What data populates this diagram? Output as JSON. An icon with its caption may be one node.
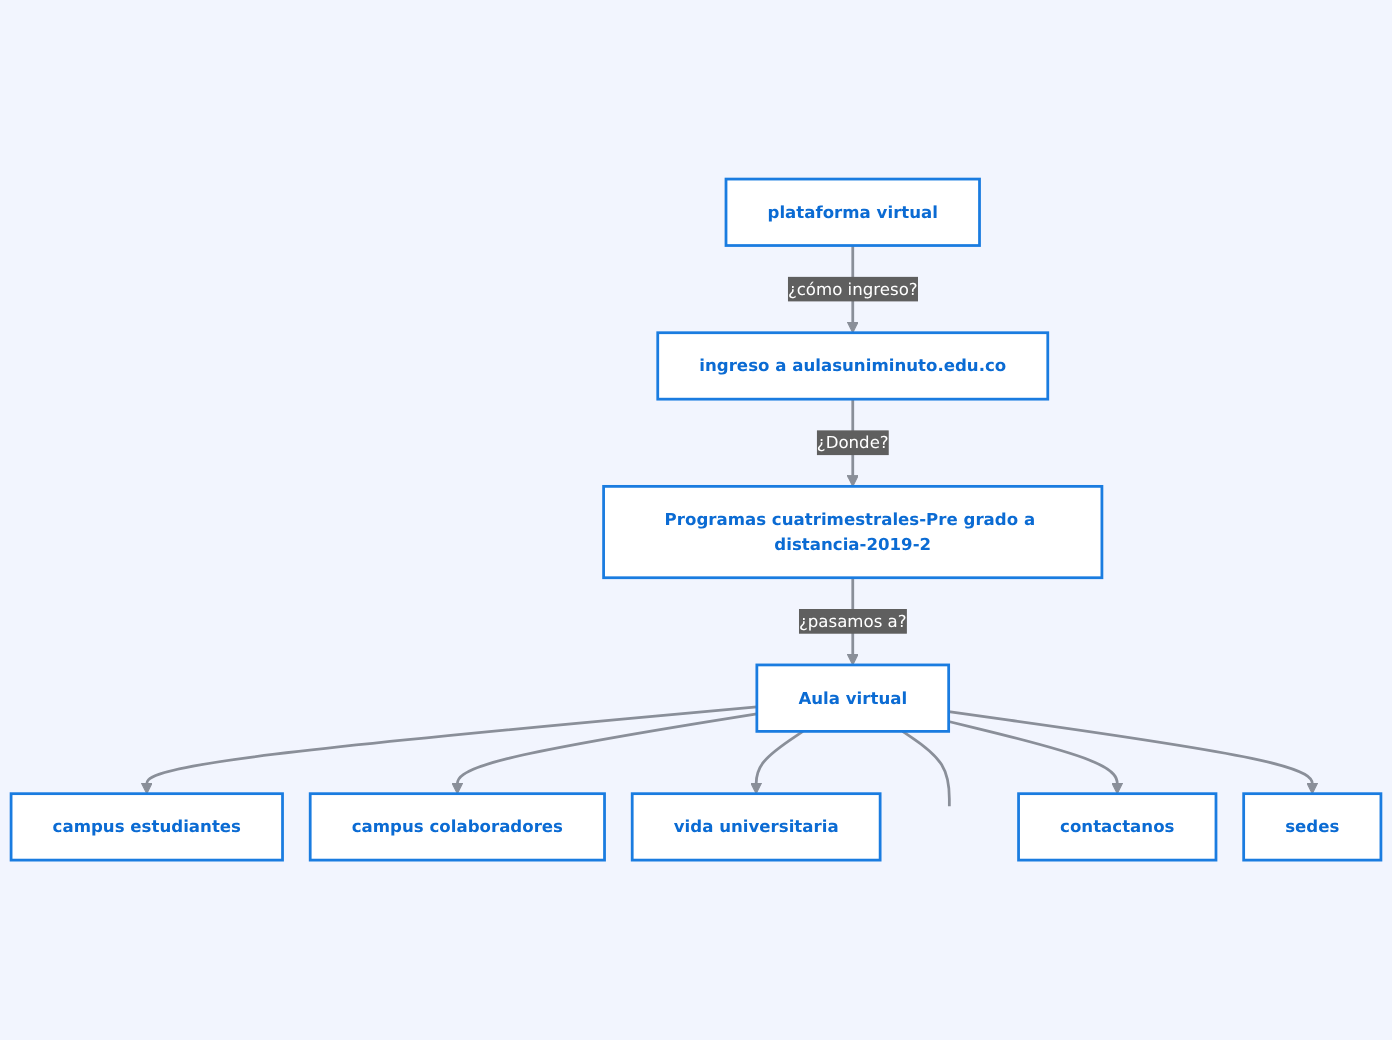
{
  "diagram": {
    "nodes": [
      {
        "text": [
          "plataforma virtual"
        ]
      },
      {
        "text": [
          "ingreso a aulasuniminuto.edu.co"
        ]
      },
      {
        "text": [
          "Programas cuatrimestrales-Pre grado a distancia-2019-2"
        ]
      },
      {
        "text": [
          "Aula virtual"
        ]
      },
      {
        "text": [
          "campus estudiantes"
        ]
      },
      {
        "text": [
          "campus colaboradores"
        ]
      },
      {
        "text": [
          "vida universitaria"
        ]
      },
      {
        "text": [
          "contactanos"
        ]
      },
      {
        "text": [
          "sedes"
        ]
      }
    ],
    "edges": [
      {
        "from": 0,
        "to": 1,
        "arrow": "to",
        "label": "¿cómo ingreso?"
      },
      {
        "from": 1,
        "to": 2,
        "arrow": "to",
        "label": "¿Donde?"
      },
      {
        "from": 2,
        "to": 3,
        "arrow": "to",
        "label": "¿pasamos a?"
      },
      {
        "from": 3,
        "to": 4,
        "arrow": "to"
      },
      {
        "from": 3,
        "to": 5,
        "arrow": "to"
      },
      {
        "from": 3,
        "to": 6,
        "arrow": "to"
      },
      {
        "from": 3,
        "to": null,
        "arrow": "none"
      },
      {
        "from": 3,
        "to": 7,
        "arrow": "to"
      },
      {
        "from": 3,
        "to": 8,
        "arrow": "to"
      }
    ]
  }
}
